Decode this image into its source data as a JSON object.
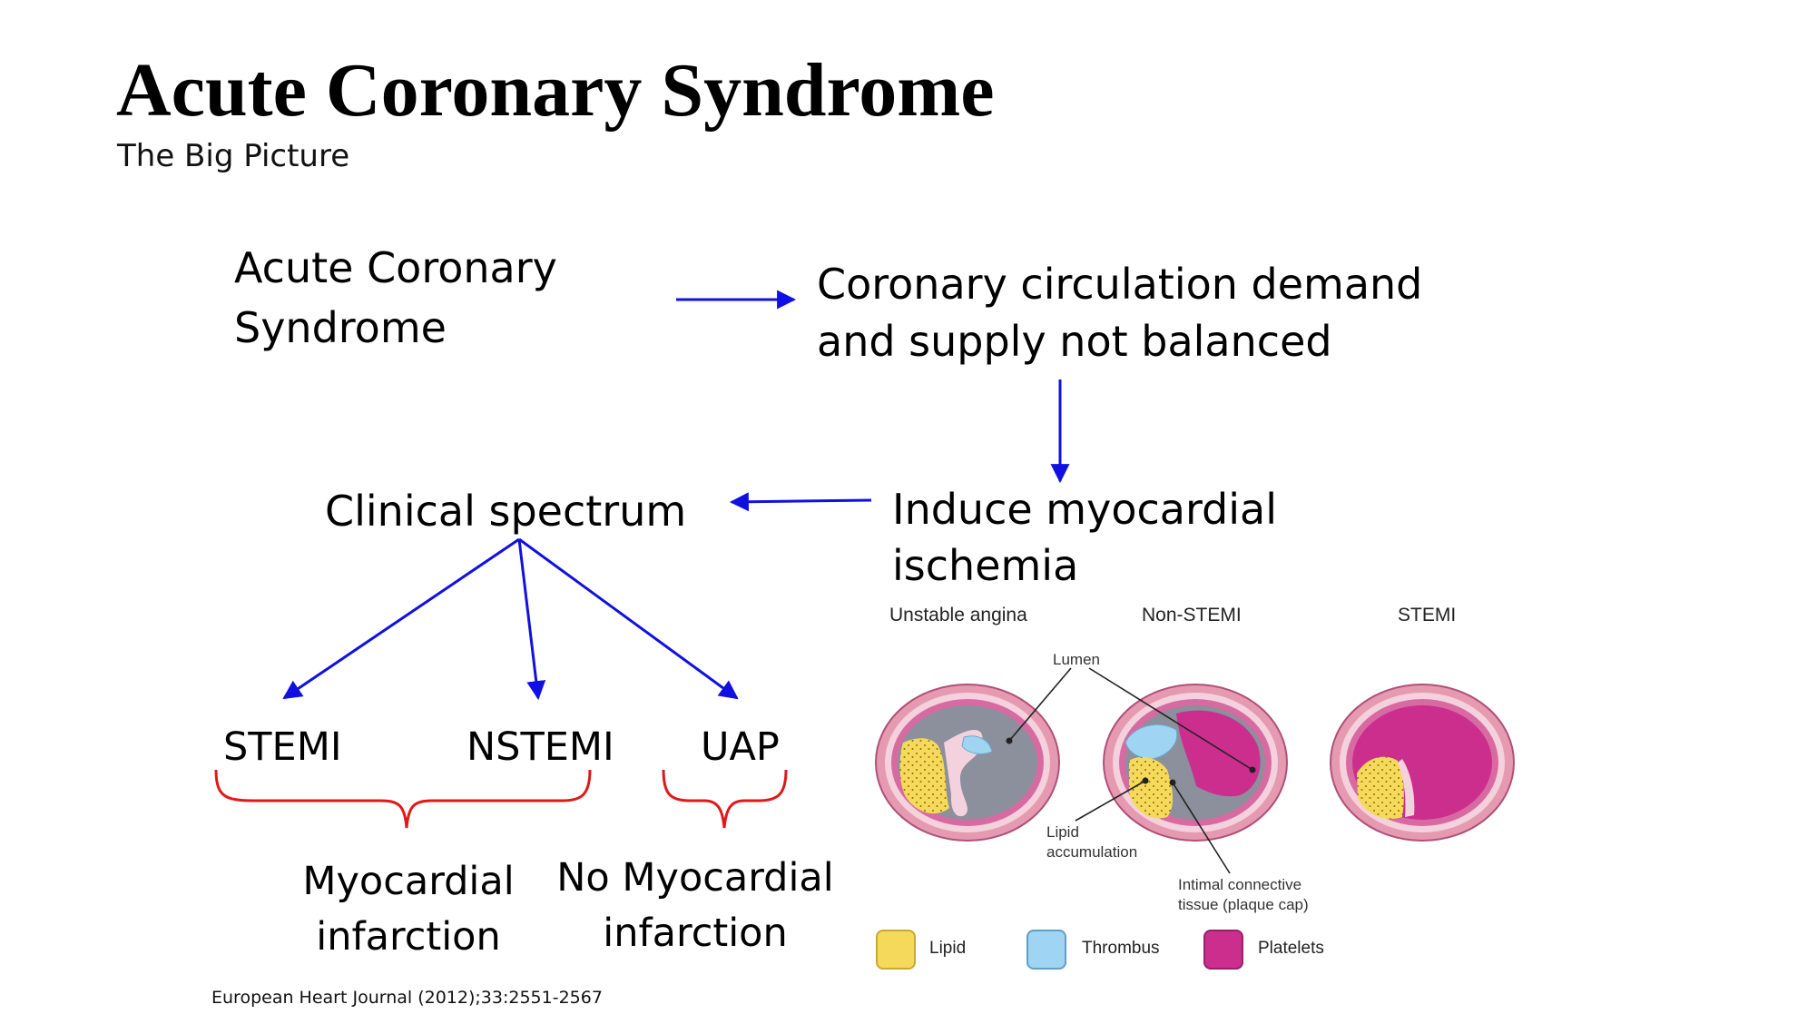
{
  "slide": {
    "title": "Acute Coronary Syndrome",
    "subtitle": "The Big Picture",
    "citation": "European Heart Journal (2012);33:2551-2567"
  },
  "flow": {
    "acs": [
      "Acute Coronary",
      "Syndrome"
    ],
    "imbalance": [
      "Coronary circulation demand",
      "and supply not balanced"
    ],
    "ischemia": [
      "Induce myocardial",
      "ischemia"
    ],
    "spectrum": "Clinical spectrum"
  },
  "spectrum": {
    "stemi": "STEMI",
    "nstemi": "NSTEMI",
    "uap": "UAP",
    "mi": [
      "Myocardial",
      "infarction"
    ],
    "no_mi": [
      "No Myocardial",
      "infarction"
    ]
  },
  "illustration": {
    "panel_labels": [
      "Unstable angina",
      "Non-STEMI",
      "STEMI"
    ],
    "annotations": {
      "lumen": "Lumen",
      "lipid_accumulation": [
        "Lipid",
        "accumulation"
      ],
      "intimal": [
        "Intimal connective",
        "tissue (plaque cap)"
      ]
    },
    "legend": [
      {
        "label": "Lipid",
        "color": "#f5d95a"
      },
      {
        "label": "Thrombus",
        "color": "#9fd4f2"
      },
      {
        "label": "Platelets",
        "color": "#cc2e8e"
      }
    ]
  },
  "colors": {
    "arrow": "#1010e0",
    "brace": "#e01818",
    "vessel_outer": "#e69ab2",
    "vessel_ring": "#f4d2dd",
    "media": "#d86aa2",
    "intima": "#8c8f9c"
  }
}
